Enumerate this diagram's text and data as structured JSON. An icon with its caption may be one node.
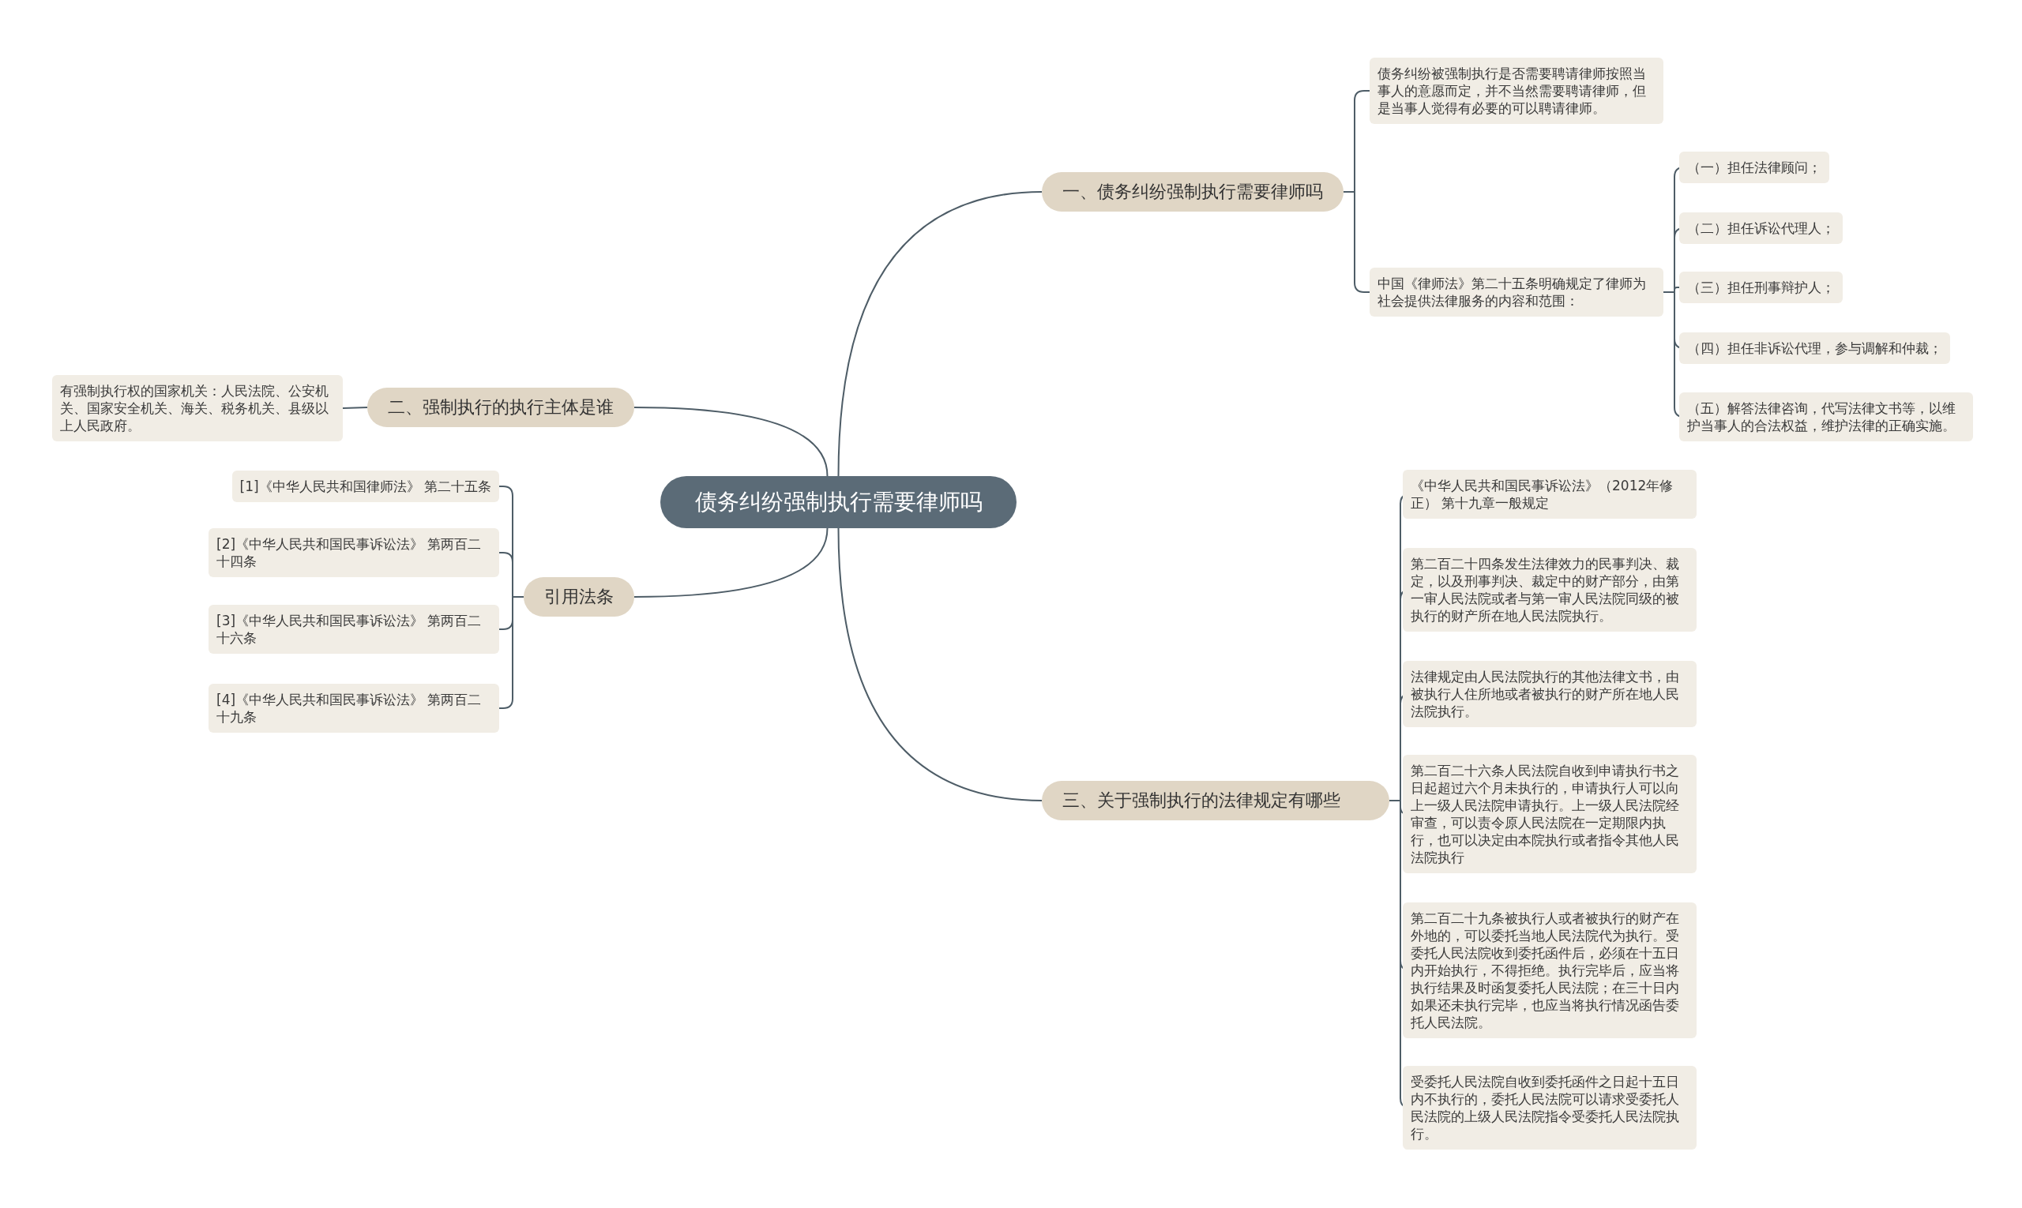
{
  "diagram": {
    "nodes": [
      {
        "text": [
          "债务纠纷强制执行需要律师吗"
        ]
      },
      {
        "text": [
          "一、债务纠纷强制执行需要律师吗"
        ]
      },
      {
        "text": [
          "债务纠纷被强制执行是否需要聘请律师按照当事人的意愿而定，并不当然需要聘请律师，但是当事人觉得有必要的可以聘请律师。"
        ]
      },
      {
        "text": [
          "中国《律师法》第二十五条明确规定了律师为社会提供法律服务的内容和范围："
        ]
      },
      {
        "text": [
          "（一）担任法律顾问；"
        ]
      },
      {
        "text": [
          "（二）担任诉讼代理人；"
        ]
      },
      {
        "text": [
          "（三）担任刑事辩护人；"
        ]
      },
      {
        "text": [
          "（四）担任非诉讼代理，参与调解和仲裁；"
        ]
      },
      {
        "text": [
          "（五）解答法律咨询，代写法律文书等，以维护当事人的合法权益，维护法律的正确实施。"
        ]
      },
      {
        "text": [
          "二、强制执行的执行主体是谁"
        ]
      },
      {
        "text": [
          "有强制执行权的国家机关：人民法院、公安机关、国家安全机关、海关、税务机关、县级以上人民政府。"
        ]
      },
      {
        "text": [
          "引用法条"
        ]
      },
      {
        "text": [
          "[1]《中华人民共和国律师法》 第二十五条"
        ]
      },
      {
        "text": [
          "[2]《中华人民共和国民事诉讼法》 第两百二十四条"
        ]
      },
      {
        "text": [
          "[3]《中华人民共和国民事诉讼法》 第两百二十六条"
        ]
      },
      {
        "text": [
          "[4]《中华人民共和国民事诉讼法》 第两百二十九条"
        ]
      },
      {
        "text": [
          "三、关于强制执行的法律规定有哪些"
        ]
      },
      {
        "text": [
          "《中华人民共和国民事诉讼法》（2012年修正） 第十九章一般规定"
        ]
      },
      {
        "text": [
          "第二百二十四条发生法律效力的民事判决、裁定，以及刑事判决、裁定中的财产部分，由第一审人民法院或者与第一审人民法院同级的被执行的财产所在地人民法院执行。"
        ]
      },
      {
        "text": [
          "法律规定由人民法院执行的其他法律文书，由被执行人住所地或者被执行的财产所在地人民法院执行。"
        ]
      },
      {
        "text": [
          "第二百二十六条人民法院自收到申请执行书之日起超过六个月未执行的，申请执行人可以向上一级人民法院申请执行。上一级人民法院经审查，可以责令原人民法院在一定期限内执行，也可以决定由本院执行或者指令其他人民法院执行"
        ]
      },
      {
        "text": [
          "第二百二十九条被执行人或者被执行的财产在外地的，可以委托当地人民法院代为执行。受委托人民法院收到委托函件后，必须在十五日内开始执行，不得拒绝。执行完毕后，应当将执行结果及时函复委托人民法院；在三十日内如果还未执行完毕，也应当将执行情况函告委托人民法院。"
        ]
      },
      {
        "text": [
          "受委托人民法院自收到委托函件之日起十五日内不执行的，委托人民法院可以请求受委托人民法院的上级人民法院指令受委托人民法院执行。"
        ]
      }
    ],
    "edges": [
      {
        "from": 0,
        "to": 1,
        "arrow": "none"
      },
      {
        "from": 1,
        "to": 2,
        "arrow": "none"
      },
      {
        "from": 1,
        "to": 3,
        "arrow": "none"
      },
      {
        "from": 3,
        "to": 4,
        "arrow": "none"
      },
      {
        "from": 3,
        "to": 5,
        "arrow": "none"
      },
      {
        "from": 3,
        "to": 6,
        "arrow": "none"
      },
      {
        "from": 3,
        "to": 7,
        "arrow": "none"
      },
      {
        "from": 3,
        "to": 8,
        "arrow": "none"
      },
      {
        "from": 0,
        "to": 9,
        "arrow": "none"
      },
      {
        "from": 9,
        "to": 10,
        "arrow": "none"
      },
      {
        "from": 0,
        "to": 11,
        "arrow": "none"
      },
      {
        "from": 11,
        "to": 12,
        "arrow": "none"
      },
      {
        "from": 11,
        "to": 13,
        "arrow": "none"
      },
      {
        "from": 11,
        "to": 14,
        "arrow": "none"
      },
      {
        "from": 11,
        "to": 15,
        "arrow": "none"
      },
      {
        "from": 0,
        "to": 16,
        "arrow": "none"
      },
      {
        "from": 16,
        "to": 17,
        "arrow": "none"
      },
      {
        "from": 16,
        "to": 18,
        "arrow": "none"
      },
      {
        "from": 16,
        "to": 19,
        "arrow": "none"
      },
      {
        "from": 16,
        "to": 20,
        "arrow": "none"
      },
      {
        "from": 16,
        "to": 21,
        "arrow": "none"
      },
      {
        "from": 16,
        "to": 22,
        "arrow": "none"
      }
    ]
  }
}
